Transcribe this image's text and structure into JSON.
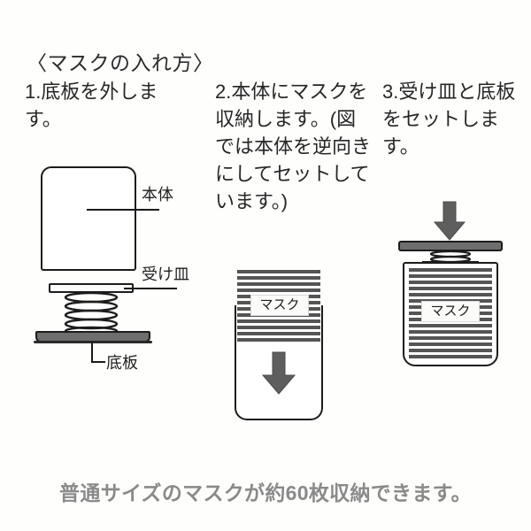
{
  "page": {
    "background_color": "#fefefd",
    "heading": "〈マスクの入れ方〉",
    "caption": "普通サイズのマスクが約60枚収納できます。",
    "caption_color": "#8a8a8a"
  },
  "steps": [
    {
      "number": "1",
      "text": "1.底板を外します。",
      "labels": {
        "body": "本体",
        "tray": "受け皿",
        "base_plate": "底板"
      }
    },
    {
      "number": "2",
      "text": "2.本体にマスクを収納します。(図では本体を逆向きにしてセットしています。)",
      "labels": {
        "mask": "マスク"
      }
    },
    {
      "number": "3",
      "text": "3.受け皿と底板をセットします。",
      "labels": {
        "mask": "マスク"
      }
    }
  ],
  "colors": {
    "line": "#1c1c1c",
    "arrow_fill": "#5e5e5e",
    "base_plate_fill": "#6e6e6e",
    "stripe_fill": "#555555",
    "text": "#262626"
  }
}
